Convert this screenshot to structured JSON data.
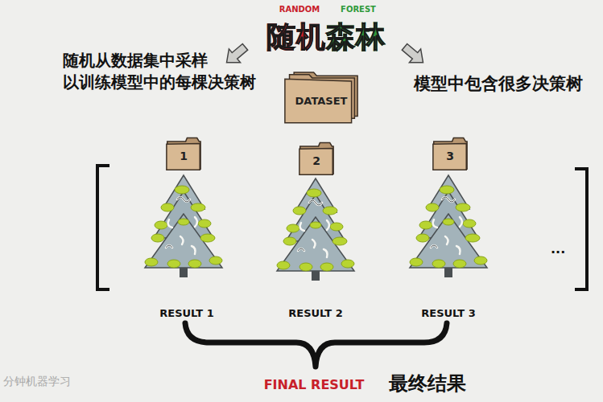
{
  "diagram": {
    "title": "随机森林",
    "nodes": [
      {
        "text": [
          "DATASET"
        ]
      },
      {
        "text": [
          "1"
        ]
      },
      {
        "text": [
          "2"
        ]
      },
      {
        "text": [
          "3"
        ]
      }
    ],
    "labels": [
      "RANDOM",
      "FOREST",
      "随机从数据集中采样 以训练模型中的每棵决策树",
      "模型中包含很多决策树",
      "RESULT 1",
      "RESULT 2",
      "RESULT 3",
      "...",
      "FINAL RESULT",
      "最终结果",
      "分钟机器学习"
    ]
  }
}
